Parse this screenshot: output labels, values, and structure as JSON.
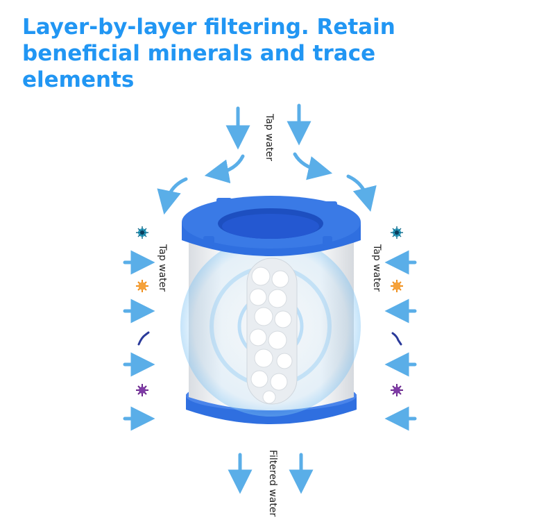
{
  "headline": "Layer-by-layer filtering. Retain beneficial minerals and trace elements",
  "labels": {
    "top": "Tap water",
    "left": "Tap water",
    "right": "Tap water",
    "bottom": "Filtered water"
  },
  "colors": {
    "headline": "#2196f3",
    "arrow": "#5aaee8",
    "filter_cap": "#2f6fe0",
    "filter_body": "#eef0f2"
  },
  "icons": [
    "bacteria-icon",
    "germ-icon",
    "hair-icon",
    "virus-icon"
  ]
}
